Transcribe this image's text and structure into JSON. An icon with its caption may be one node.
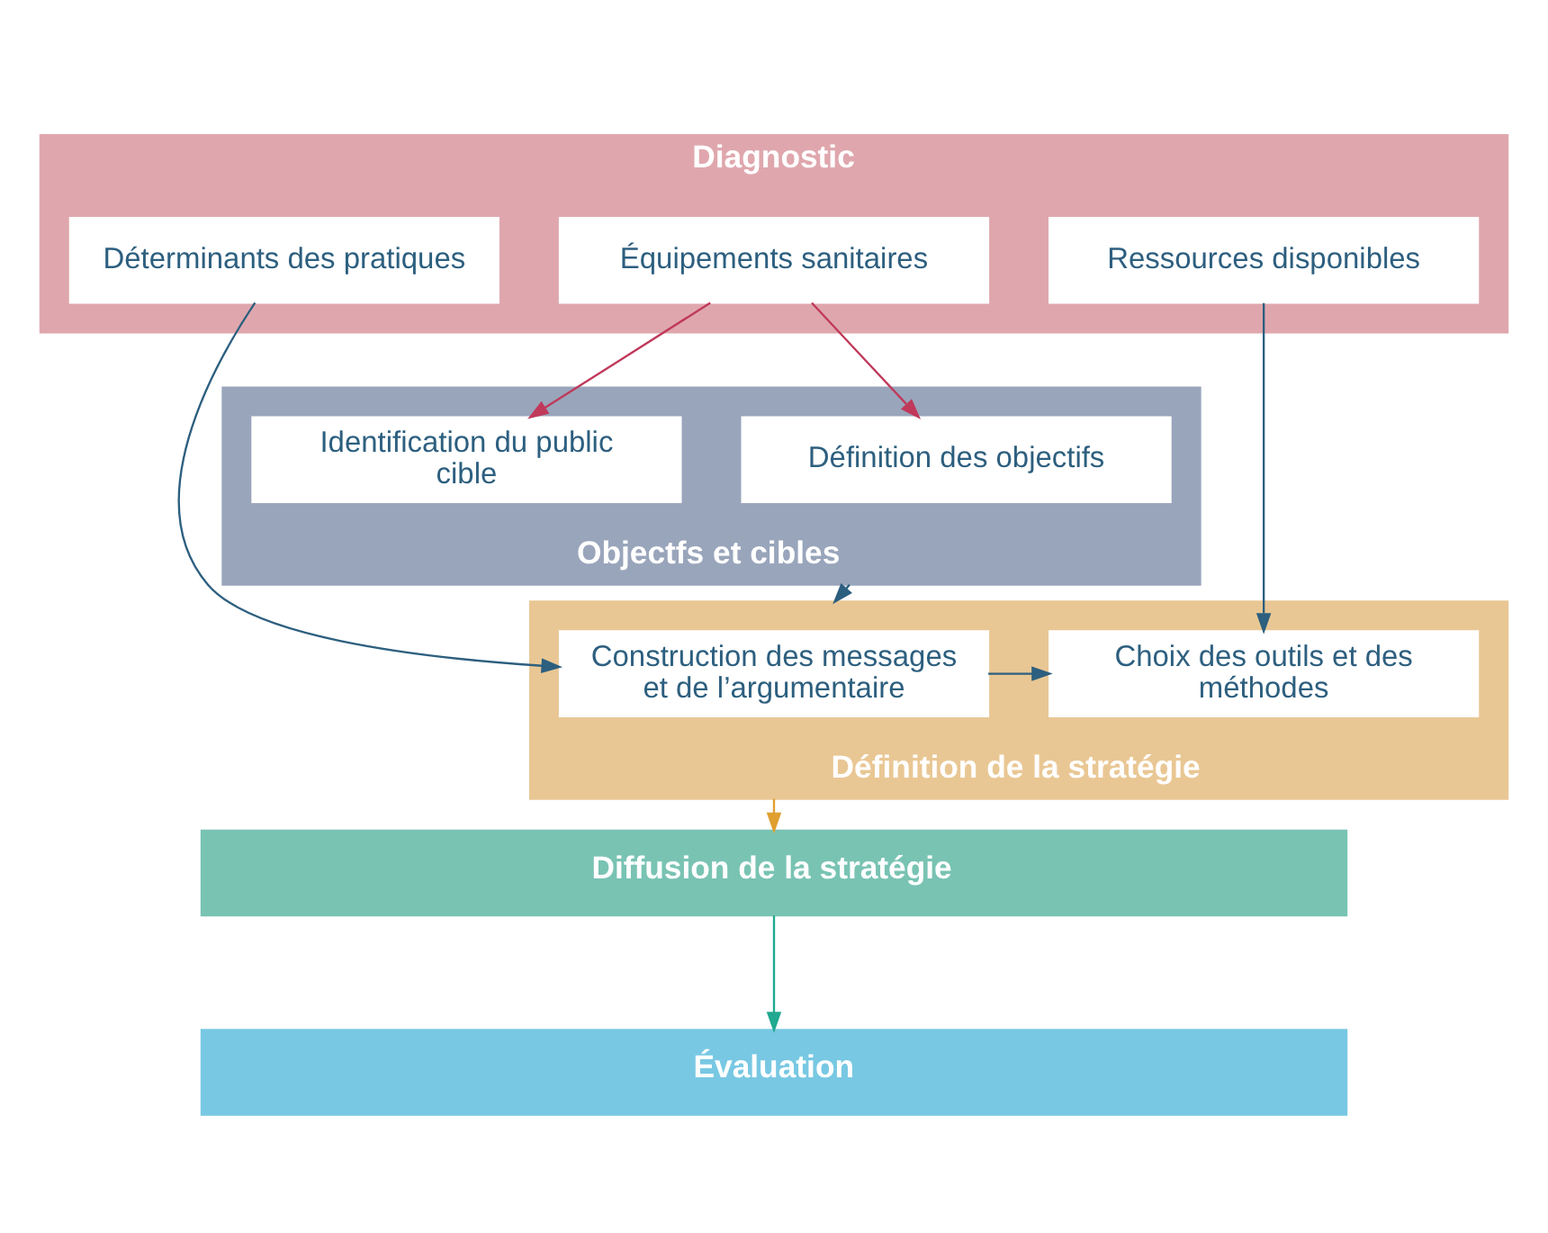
{
  "diagram": {
    "nodes": [
      {
        "text": [
          "Diagnostic"
        ]
      },
      {
        "text": [
          "Déterminants des pratiques"
        ],
        "in": 0
      },
      {
        "text": [
          "Équipements sanitaires"
        ],
        "in": 0
      },
      {
        "text": [
          "Ressources disponibles"
        ],
        "in": 0
      },
      {
        "text": [
          "Objectfs et cibles"
        ]
      },
      {
        "text": [
          "Définition des objectifs"
        ],
        "in": 4
      },
      {
        "text": [
          "Identification du public cible"
        ],
        "in": 4
      },
      {
        "text": [
          "Définition de la stratégie"
        ]
      },
      {
        "text": [
          "Construction des messages et de l’argumentaire"
        ],
        "in": 7
      },
      {
        "text": [
          "Choix des outils et des méthodes"
        ],
        "in": 7
      },
      {
        "text": [
          "Diffusion de la stratégie"
        ]
      },
      {
        "text": [
          "Évaluation"
        ]
      }
    ],
    "edges": [
      {
        "from": 2,
        "to": 5,
        "arrow": "to",
        "color": "#c0395a"
      },
      {
        "from": 2,
        "to": 6,
        "arrow": "to",
        "color": "#c0395a"
      },
      {
        "from": 1,
        "to": 8,
        "arrow": "to"
      },
      {
        "from": 4,
        "to": 7,
        "arrow": "to"
      },
      {
        "from": 3,
        "to": 9,
        "arrow": "to"
      },
      {
        "from": 8,
        "to": 9,
        "arrow": "to"
      },
      {
        "from": 7,
        "to": 10,
        "arrow": "to",
        "color": "#e0a030"
      },
      {
        "from": 10,
        "to": 11,
        "arrow": "to",
        "color": "#20a890"
      }
    ]
  }
}
